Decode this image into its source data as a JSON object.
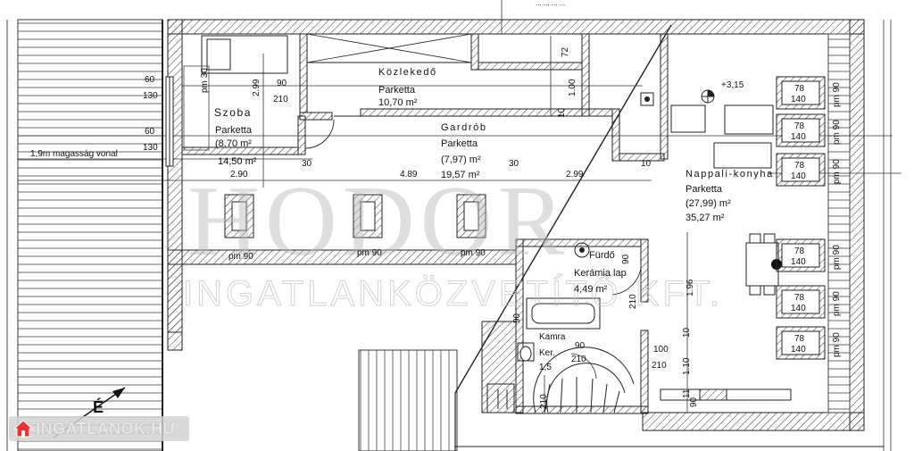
{
  "top_note": "... ... ... ...",
  "rooms": [
    {
      "id": "kozlekedo",
      "name": "Közlekedő",
      "floor": "Parketta",
      "area": "10,70 m²"
    },
    {
      "id": "szoba",
      "name": "Szoba",
      "floor": "Parketta",
      "area": "(8,70 m²",
      "area2": "14,50 m²"
    },
    {
      "id": "gardrob",
      "name": "Gardrób",
      "floor": "Parketta",
      "area": "(7,97) m²",
      "area2": "19,57 m²"
    },
    {
      "id": "nappali",
      "name": "Nappali-konyha",
      "floor": "Parketta",
      "area": "(27,99) m²",
      "area2": "35,27 m²"
    },
    {
      "id": "furdo",
      "name": "Fürdő",
      "floor": "Kerámia lap",
      "area": "4,49 m²"
    },
    {
      "id": "kamra",
      "name": "Kamra",
      "floor": "Ker.",
      "area": "1,5"
    }
  ],
  "height_line": "1,9m magasság vonal",
  "dimensions": {
    "d290": "2.90",
    "d489": "4.89",
    "d299": "2.99",
    "d299v": "2.99",
    "d100": "1.00",
    "d72": "72",
    "d196": "1.96",
    "d110": "1.10",
    "d315": "+3,15",
    "d60a": "60",
    "d130a": "130",
    "d60b": "60",
    "d130b": "130",
    "d90a": "90",
    "d210a": "210",
    "d30a": "30",
    "d30b": "30",
    "d10a": "10",
    "d10b": "10",
    "d10c": "10",
    "d90b": "90",
    "d210b": "210",
    "d90c": "90",
    "d210c": "210",
    "d100b": "100",
    "d210d": "210",
    "d90d": "90",
    "d210e": "210",
    "d11": "11",
    "d90e": "90",
    "pm90a": "pm 90",
    "pm90b": "pm 90",
    "pm90c": "pm 90",
    "pm30": "pm 30"
  },
  "windows_right": [
    {
      "w": "78",
      "h": "140"
    },
    {
      "w": "78",
      "h": "140"
    },
    {
      "w": "78",
      "h": "140"
    },
    {
      "w": "78",
      "h": "140"
    },
    {
      "w": "78",
      "h": "140"
    },
    {
      "w": "78",
      "h": "140"
    }
  ],
  "pm_right": [
    "pm 90",
    "pm 90",
    "pm 90",
    "pm 90",
    "pm 90",
    "pm 90"
  ],
  "north_label": "É",
  "watermark": {
    "main": "HODOR",
    "sub": "INGATLANKÖZVETÍTŐ KFT."
  },
  "badge": "INGATLANOK.HU"
}
